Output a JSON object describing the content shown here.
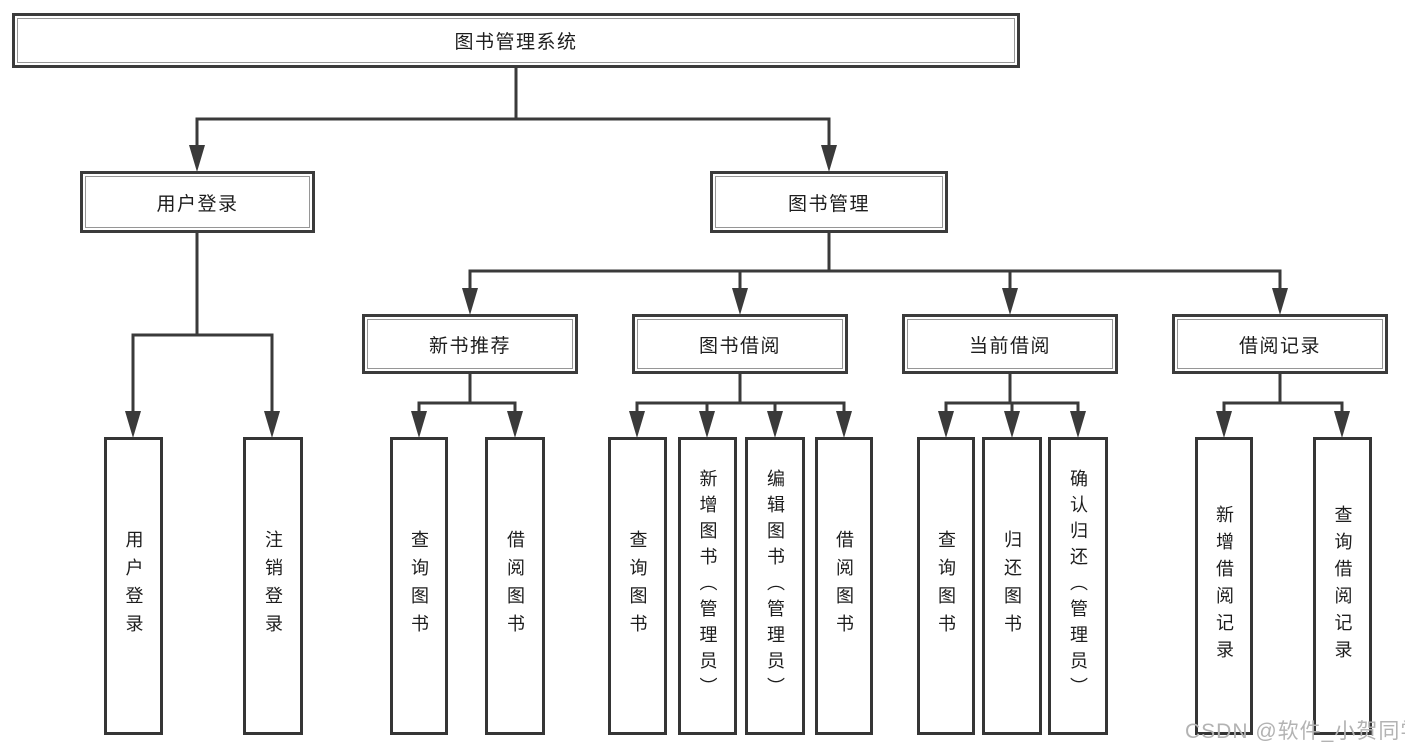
{
  "diagram_title": "图书管理系统",
  "colors": {
    "line": "#3a3a3a",
    "box_border": "#3b3b3b",
    "text": "#1d1d1d",
    "watermark": "#b3b3b3",
    "background": "#ffffff"
  },
  "nodes": {
    "root": {
      "label": "图书管理系统"
    },
    "user_login": {
      "label": "用户登录"
    },
    "book_mgmt": {
      "label": "图书管理"
    },
    "new_book_rec": {
      "label": "新书推荐"
    },
    "book_borrow": {
      "label": "图书借阅"
    },
    "current_borrow": {
      "label": "当前借阅"
    },
    "borrow_records": {
      "label": "借阅记录"
    },
    "leaf_user_login": {
      "label": "用户登录"
    },
    "leaf_logout": {
      "label": "注销登录"
    },
    "leaf_nbr_query": {
      "label": "查询图书"
    },
    "leaf_nbr_borrow": {
      "label": "借阅图书"
    },
    "leaf_bb_query": {
      "label": "查询图书"
    },
    "leaf_bb_add": {
      "label": "新增图书（管理员）"
    },
    "leaf_bb_edit": {
      "label": "编辑图书（管理员）"
    },
    "leaf_bb_borrow": {
      "label": "借阅图书"
    },
    "leaf_cb_query": {
      "label": "查询图书"
    },
    "leaf_cb_return": {
      "label": "归还图书"
    },
    "leaf_cb_confirm": {
      "label": "确认归还（管理员）"
    },
    "leaf_br_add": {
      "label": "新增借阅记录"
    },
    "leaf_br_query": {
      "label": "查询借阅记录"
    }
  },
  "structure": {
    "root": [
      "user_login",
      "book_mgmt"
    ],
    "user_login": [
      "leaf_user_login",
      "leaf_logout"
    ],
    "book_mgmt": [
      "new_book_rec",
      "book_borrow",
      "current_borrow",
      "borrow_records"
    ],
    "new_book_rec": [
      "leaf_nbr_query",
      "leaf_nbr_borrow"
    ],
    "book_borrow": [
      "leaf_bb_query",
      "leaf_bb_add",
      "leaf_bb_edit",
      "leaf_bb_borrow"
    ],
    "current_borrow": [
      "leaf_cb_query",
      "leaf_cb_return",
      "leaf_cb_confirm"
    ],
    "borrow_records": [
      "leaf_br_add",
      "leaf_br_query"
    ]
  },
  "watermark": "CSDN @软件_小贺同学"
}
